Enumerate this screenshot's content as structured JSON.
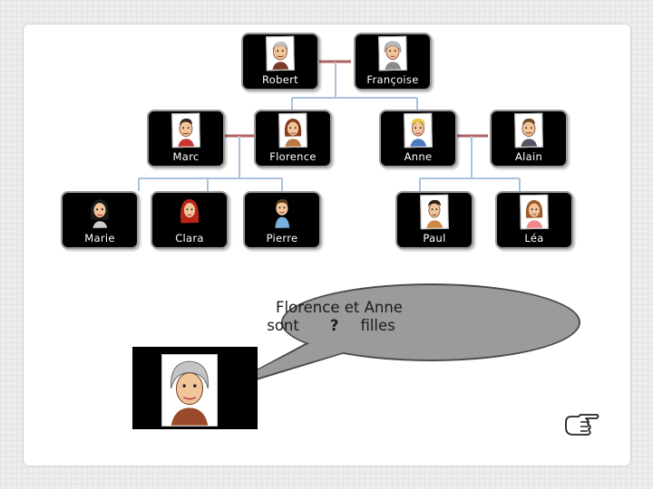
{
  "family": {
    "grandparents": [
      "Robert",
      "Françoise"
    ],
    "parents": [
      "Marc",
      "Florence",
      "Anne",
      "Alain"
    ],
    "children": [
      "Marie",
      "Clara",
      "Pierre",
      "Paul",
      "Léa"
    ]
  },
  "question": {
    "line1": "Florence et Anne",
    "line2_before": "sont",
    "blank": "?",
    "line2_after": "filles"
  },
  "colors": {
    "card_bg": "#000000",
    "card_border": "#9a9a9a",
    "marriage_line": "#b06060",
    "descent_line": "#a9c3dc",
    "bubble_fill": "#9b9b9b"
  },
  "icons": {
    "next": "pointing-hand-icon"
  }
}
